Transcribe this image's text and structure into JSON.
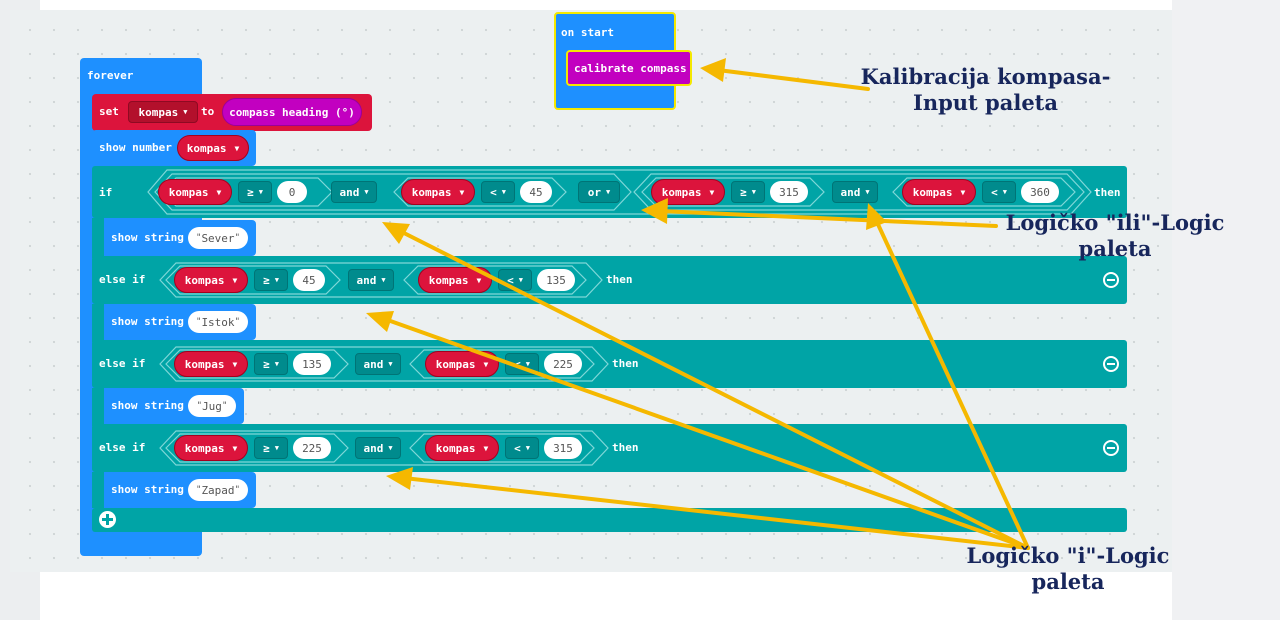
{
  "on_start": {
    "hat": "on start",
    "calibrate": "calibrate compass"
  },
  "forever": {
    "hat": "forever",
    "set": {
      "kw_set": "set",
      "variable": "kompas",
      "kw_to": "to",
      "value": "compass heading (°)"
    },
    "show_number": {
      "label": "show number",
      "variable": "kompas"
    },
    "if": {
      "kw": "if",
      "then": "then",
      "c1": {
        "var": "kompas",
        "op": "≥",
        "num": "0"
      },
      "and1": "and",
      "c2": {
        "var": "kompas",
        "op": "<",
        "num": "45"
      },
      "or": "or",
      "c3": {
        "var": "kompas",
        "op": "≥",
        "num": "315"
      },
      "and2": "and",
      "c4": {
        "var": "kompas",
        "op": "<",
        "num": "360"
      },
      "body": {
        "label": "show string",
        "text": "Sever"
      }
    },
    "else_ifs": [
      {
        "kw": "else if",
        "var1": "kompas",
        "op1": "≥",
        "num1": "45",
        "and": "and",
        "var2": "kompas",
        "op2": "<",
        "num2": "135",
        "then": "then",
        "body": {
          "label": "show string",
          "text": "Istok"
        }
      },
      {
        "kw": "else if",
        "var1": "kompas",
        "op1": "≥",
        "num1": "135",
        "and": "and",
        "var2": "kompas",
        "op2": "<",
        "num2": "225",
        "then": "then",
        "body": {
          "label": "show string",
          "text": "Jug"
        }
      },
      {
        "kw": "else if",
        "var1": "kompas",
        "op1": "≥",
        "num1": "225",
        "and": "and",
        "var2": "kompas",
        "op2": "<",
        "num2": "315",
        "then": "then",
        "body": {
          "label": "show string",
          "text": "Zapad"
        }
      }
    ],
    "quote": "\""
  },
  "annotations": {
    "calib_l1": "Kalibracija kompasa-",
    "calib_l2": "Input paleta",
    "ili_l1": "Logičko \"ili\"-Logic",
    "ili_l2": "paleta",
    "i_l1": "Logičko \"i\"-Logic",
    "i_l2": "paleta"
  },
  "colors": {
    "basic": "#1e90ff",
    "variables": "#dc143c",
    "logic": "#00a4a6",
    "input": "#c200c0",
    "arrow": "#f5b800",
    "annotation_text": "#17265c"
  }
}
